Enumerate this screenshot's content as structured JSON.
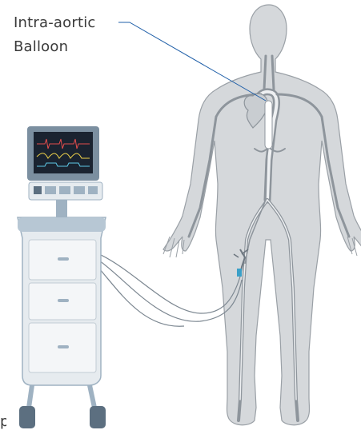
{
  "labels": {
    "balloon_line1": "Intra-aortic",
    "balloon_line2": "Balloon",
    "pump_fragment": "p"
  },
  "colors": {
    "body_fill": "#d5d8db",
    "body_outline": "#9aa0a6",
    "vessel": "#8e959c",
    "vessel_light": "#eef0f2",
    "heart": "#c9cdd1",
    "leader_line": "#1f5fa8",
    "cart_body": "#e6ebef",
    "cart_trim": "#9fb2c2",
    "cart_dark": "#5c6f80",
    "screen_frame": "#7b8fa0",
    "screen": "#1a2330",
    "catheter_highlight": "#3aa0c8"
  },
  "icons": {
    "heart": "heart-icon",
    "console_screen": "monitor-screen-icon"
  }
}
